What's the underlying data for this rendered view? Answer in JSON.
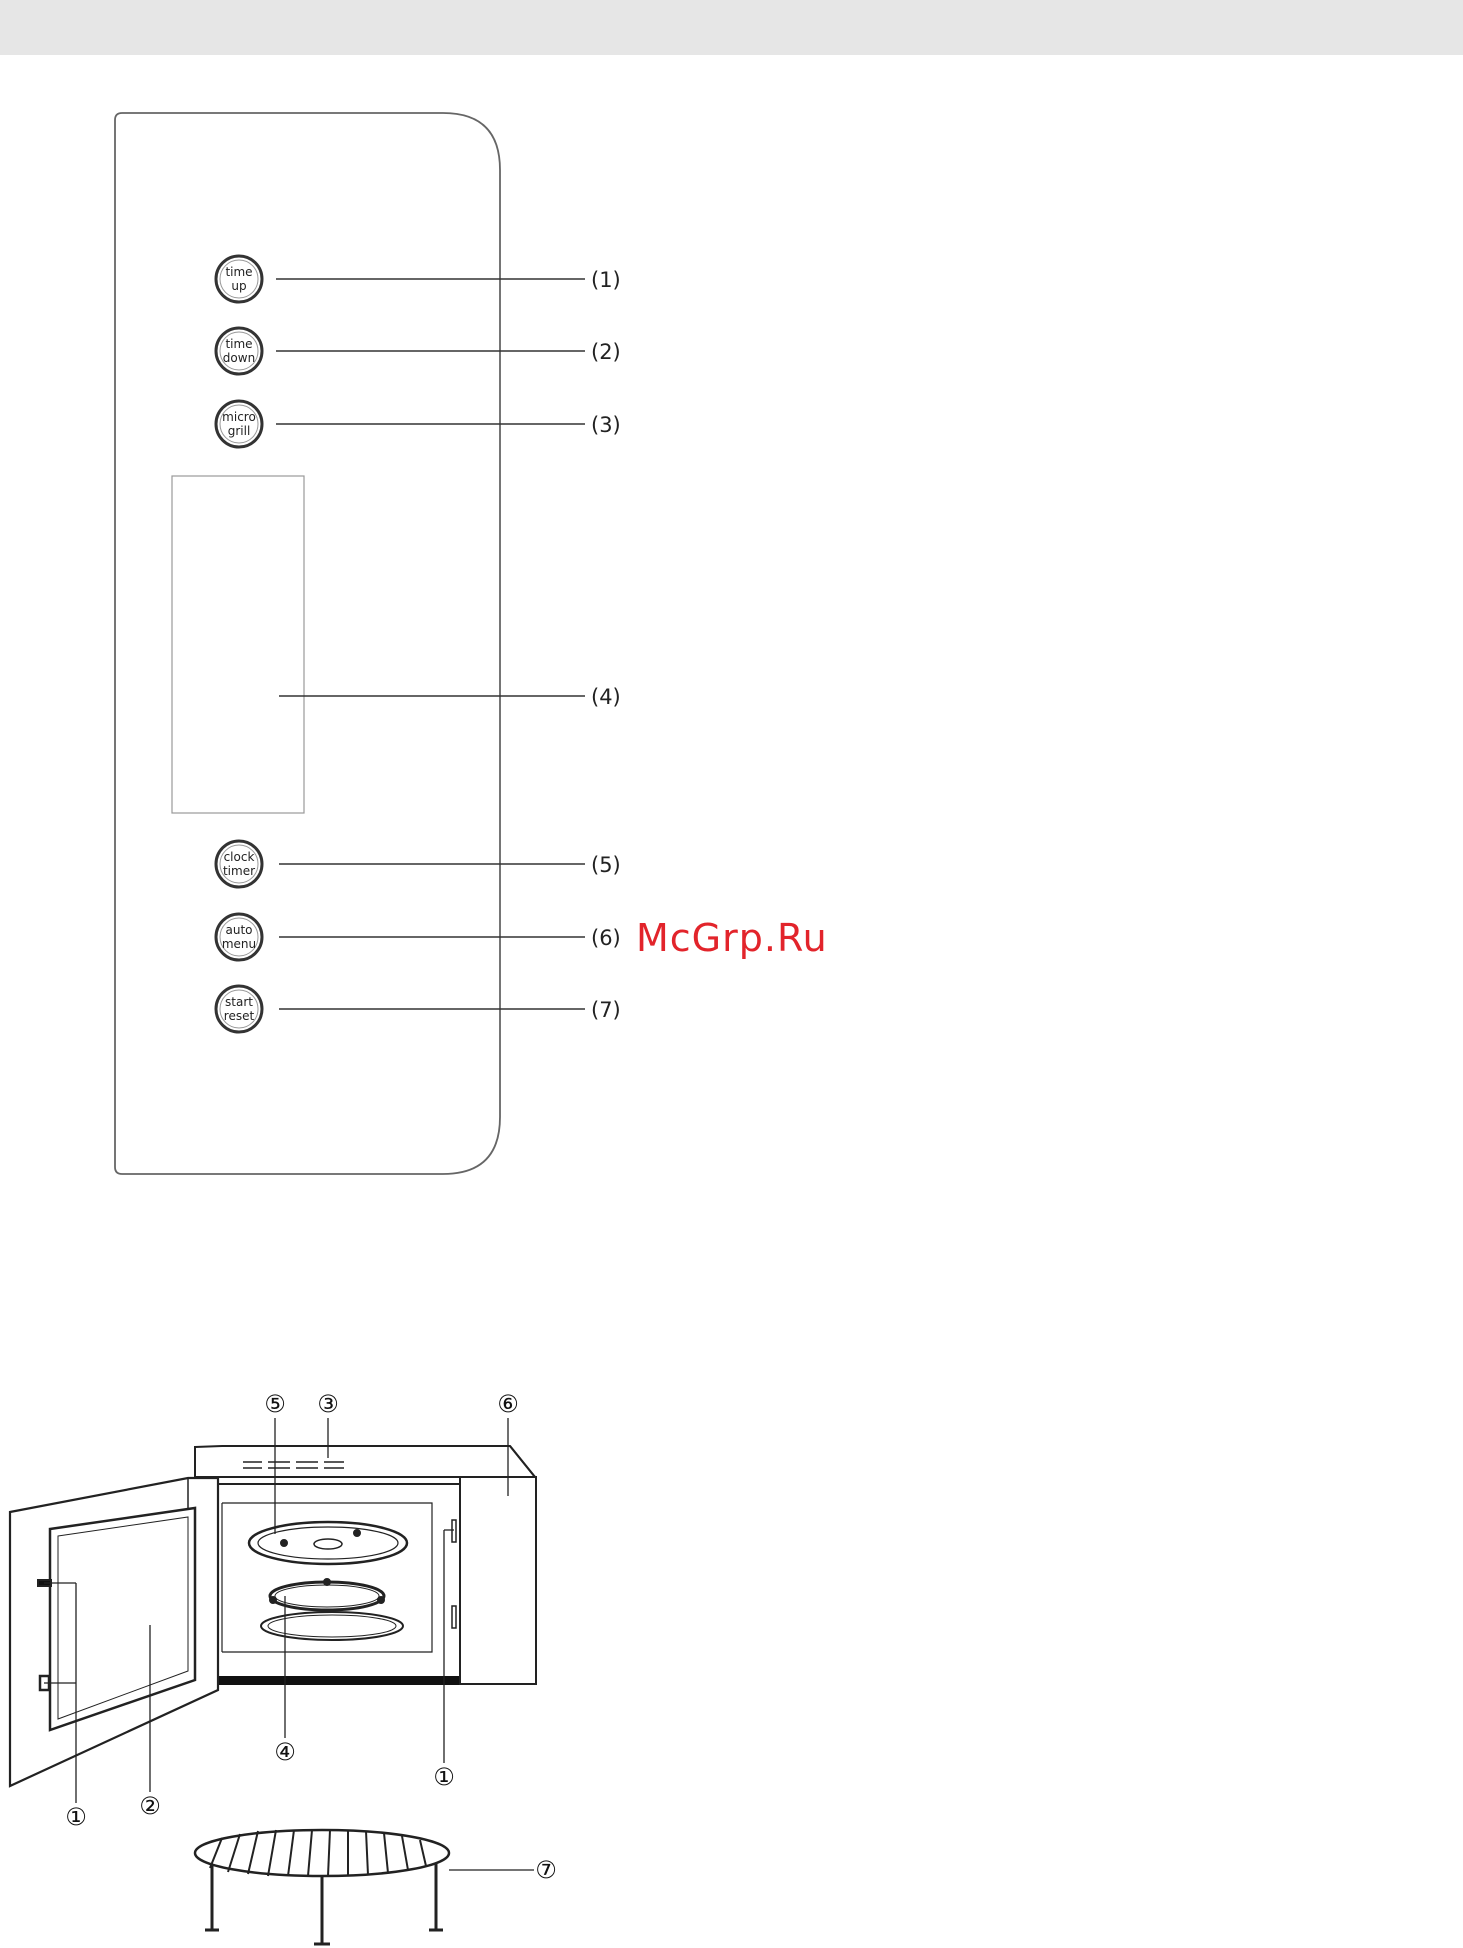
{
  "watermark": "McGrp.Ru",
  "control_panel": {
    "buttons": [
      {
        "line1": "time",
        "line2": "up",
        "callout": "(1)"
      },
      {
        "line1": "time",
        "line2": "down",
        "callout": "(2)"
      },
      {
        "line1": "micro",
        "line2": "grill",
        "callout": "(3)"
      },
      {
        "line1": "clock",
        "line2": "timer",
        "callout": "(5)"
      },
      {
        "line1": "auto",
        "line2": "menu",
        "callout": "(6)"
      },
      {
        "line1": "start",
        "line2": "reset",
        "callout": "(7)"
      }
    ],
    "display_callout": "(4)"
  },
  "oven": {
    "labels": {
      "interlock_left": "①",
      "interlock_right": "①",
      "door_window": "②",
      "waveguide_cover": "③",
      "roller_ring": "④",
      "glass_tray": "⑤",
      "control_panel": "⑥",
      "grill_rack": "⑦"
    }
  },
  "colors": {
    "line": "#333333",
    "panel_outline": "#555555",
    "watermark": "#e2242b",
    "top_band": "#e6e6e6"
  }
}
